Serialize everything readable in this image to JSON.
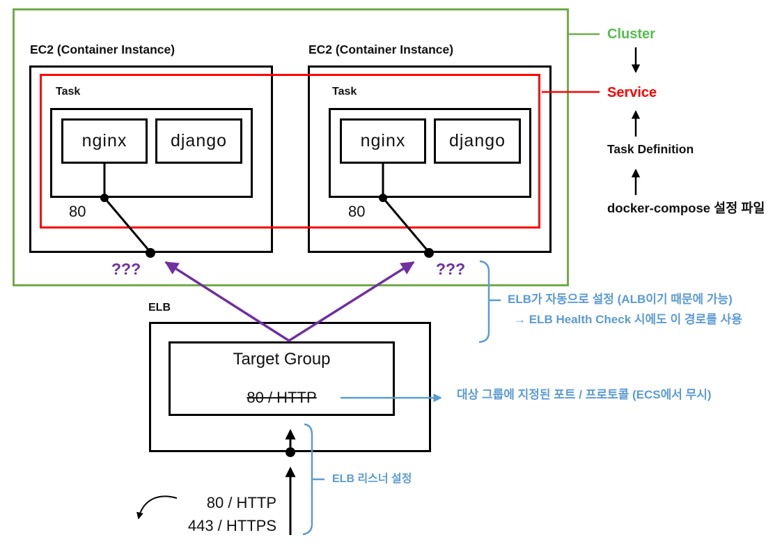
{
  "diagram": {
    "legend": {
      "cluster_label": "Cluster",
      "service_label": "Service",
      "task_definition_label": "Task Definition",
      "docker_compose_label": "docker-compose 설정 파일"
    },
    "instances": [
      {
        "title": "EC2 (Container Instance)",
        "task_label": "Task",
        "containers": [
          "nginx",
          "django"
        ],
        "container_port": "80",
        "host_port": "???"
      },
      {
        "title": "EC2 (Container Instance)",
        "task_label": "Task",
        "containers": [
          "nginx",
          "django"
        ],
        "container_port": "80",
        "host_port": "???"
      }
    ],
    "elb": {
      "label": "ELB",
      "target_group_title": "Target Group",
      "target_group_port": "80 / HTTP"
    },
    "listeners": {
      "http": "80 / HTTP",
      "https": "443 / HTTPS"
    },
    "annotations": {
      "auto_config": "ELB가 자동으로 설정 (ALB이기 때문에 가능)",
      "health_check": "→ ELB Health Check 시에도 이 경로를 사용",
      "target_group_note": "대상 그룹에 지정된 포트 / 프로토콜 (ECS에서 무시)",
      "listener_note": "ELB 리스너 설정"
    },
    "colors": {
      "cluster_green": "#70AD47",
      "service_red": "#FF0000",
      "annotation_blue": "#5B9BD5",
      "question_purple": "#7030A0",
      "line_black": "#000000"
    }
  }
}
